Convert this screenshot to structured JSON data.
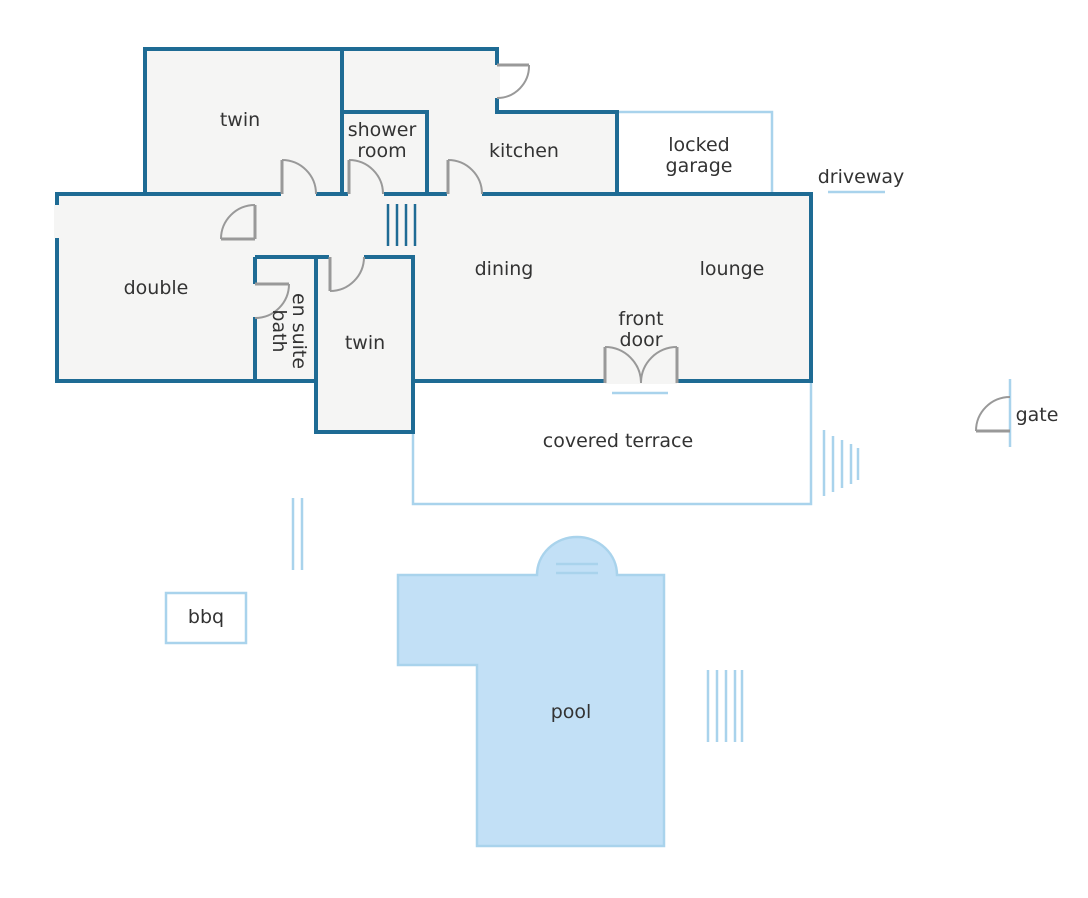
{
  "labels": {
    "twin_top": "twin",
    "shower_line1": "shower",
    "shower_line2": "room",
    "kitchen": "kitchen",
    "garage_line1": "locked",
    "garage_line2": "garage",
    "driveway": "driveway",
    "double": "double",
    "dining": "dining",
    "lounge": "lounge",
    "ensuite_line1": "en suite",
    "ensuite_line2": "bath",
    "twin_bottom": "twin",
    "front_door_line1": "front",
    "front_door_line2": "door",
    "terrace": "covered terrace",
    "gate": "gate",
    "bbq": "bbq",
    "pool": "pool"
  },
  "colors": {
    "wall": "#1e6b94",
    "outdoor": "#a9d3ec",
    "pool": "#c2e0f6",
    "floor": "#f5f5f4",
    "door": "#999999",
    "text": "#333333"
  },
  "icons": [
    "door-swing-icon",
    "stairs-icon"
  ]
}
